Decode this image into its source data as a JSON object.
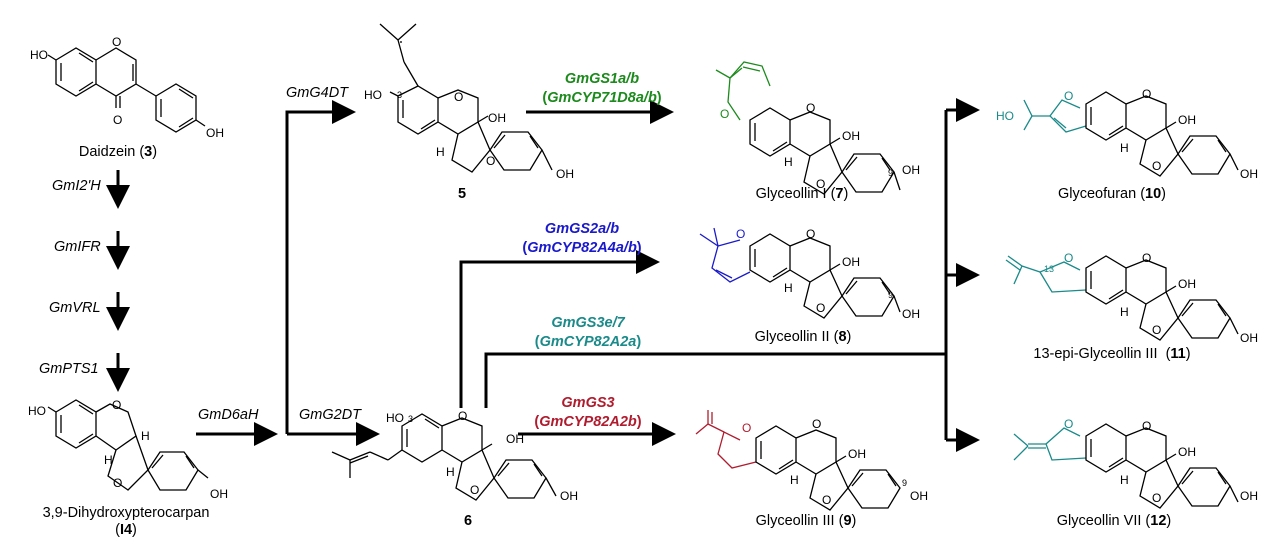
{
  "compounds": {
    "daidzein": {
      "name": "Daidzein",
      "num": "3"
    },
    "dihydroxypterocarpan": {
      "name": "3,9-Dihydroxypterocarpan",
      "num": "I4"
    },
    "c5": {
      "num": "5"
    },
    "c6": {
      "num": "6"
    },
    "glyceollin1": {
      "name": "Glyceollin I",
      "num": "7"
    },
    "glyceollin2": {
      "name": "Glyceollin II",
      "num": "8"
    },
    "glyceollin3": {
      "name": "Glyceollin III",
      "num": "9"
    },
    "glyceofuran": {
      "name": "Glyceofuran",
      "num": "10"
    },
    "epiglyceollin3": {
      "name": "13-epi-Glyceollin III",
      "num": "11"
    },
    "glyceollin7": {
      "name": "Glyceollin VII",
      "num": "12"
    }
  },
  "enzymes": {
    "gmi2h": "GmI2'H",
    "gmifr": "GmIFR",
    "gmvrl": "GmVRL",
    "gmpts1": "GmPTS1",
    "gmd6ah": "GmD6aH",
    "gmg4dt": "GmG4DT",
    "gmg2dt": "GmG2DT",
    "gs1": {
      "gene": "GmGS1a/b",
      "cyp": "GmCYP71D8a/b"
    },
    "gs2": {
      "gene": "GmGS2a/b",
      "cyp": "GmCYP82A4a/b"
    },
    "gs3e": {
      "gene": "GmGS3e/7",
      "cyp": "GmCYP82A2a"
    },
    "gs3": {
      "gene": "GmGS3",
      "cyp": "GmCYP82A2b"
    }
  },
  "atoms": {
    "ho": "HO",
    "oh": "OH",
    "o": "O",
    "h": "H",
    "n3": "3",
    "n9": "9",
    "n13": "13"
  },
  "colors": {
    "black": "#000000",
    "green": "#1c8a1c",
    "blue": "#1a1acc",
    "teal": "#1a8a8a",
    "red": "#b01c2e"
  }
}
